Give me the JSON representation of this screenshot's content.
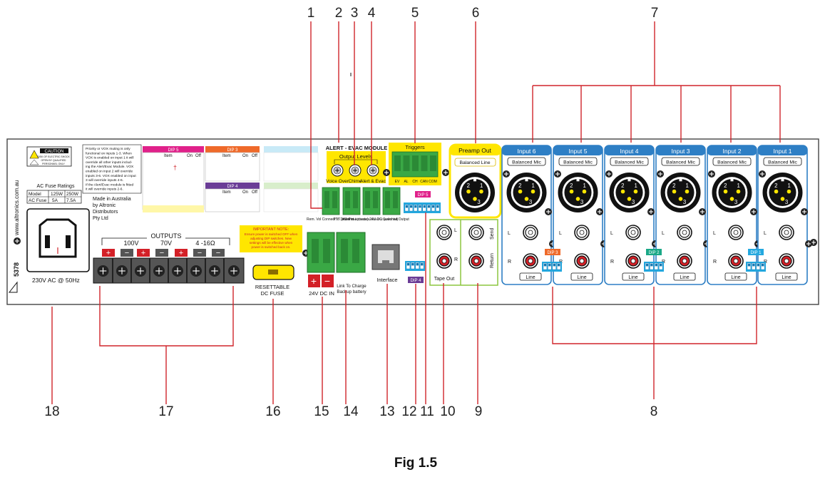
{
  "callouts": {
    "top": [
      "1",
      "2",
      "3",
      "4",
      "5",
      "6",
      "7"
    ],
    "bottom": [
      "18",
      "17",
      "16",
      "15",
      "14",
      "13",
      "12",
      "11",
      "10",
      "9",
      "8"
    ]
  },
  "figure_caption": "Fig 1.5",
  "panel": {
    "brand_url": "www.altronics.com.au",
    "model": "5378",
    "caution": {
      "title": "CAUTION",
      "line1": "RISK OF ELECTRIC SHOCK",
      "line2": "OPEN BY QUALIFIED",
      "line3": "PERSONNEL ONLY"
    },
    "fuse_table": {
      "title": "AC Fuse Ratings",
      "header": [
        "Model",
        "125W",
        "250W"
      ],
      "row": [
        "AC Fuse",
        "5A",
        "7.5A"
      ]
    },
    "made_in": [
      "Made in Australia",
      "by Altronic",
      "Distributors",
      "Pty Ltd"
    ],
    "priority_note": [
      "Priority or VOX muting is only",
      "functional on inputs 1-3. When",
      "VOX is enabled on input 1 it will",
      "override all other inputs includ-",
      "ing the Alert/Evac Module. VOX",
      "enabled on input 2 will override",
      "inputs 3-6. VOX enabled on input",
      "3 will override inputs 4-6.",
      "If the Alert/Evac module is fitted",
      "it will override inputs 2-6."
    ],
    "ac_input_label": "230V AC @ 50Hz",
    "outputs": {
      "title": "OUTPUTS",
      "taps": [
        "100V",
        "70V",
        "4 -16Ω"
      ]
    },
    "dc_fuse": [
      "RESETTABLE",
      "DC FUSE"
    ],
    "important_note": {
      "title": "IMPORTANT NOTE:",
      "lines": [
        "Ensure power is switched OFF when",
        "adjusting DIP switches. New",
        "settings will be effective when",
        "power is switched back on."
      ]
    },
    "dip_tables": {
      "dip5": {
        "title": "DIP 5",
        "cols": [
          "Item",
          "On",
          "Off"
        ]
      },
      "dip3": {
        "title": "DIP 3",
        "cols": [
          "Item",
          "On",
          "Off"
        ]
      },
      "dip4": {
        "title": "DIP 4",
        "cols": [
          "Item",
          "On",
          "Off"
        ]
      }
    },
    "alert_module": {
      "title": "ALERT - EVAC MODULE",
      "output_levels": "Output Levels",
      "knobs": [
        "Voice Over",
        "Chime",
        "Alert & Evac"
      ]
    },
    "triggers": {
      "title": "Triggers",
      "pins": [
        "EV",
        "AL",
        "CH",
        "CAN",
        "COM"
      ]
    },
    "terminal_labels": [
      "Rem. Vol Connect to 1KΩ Pot",
      "PTT (short to activate)",
      "Power Fail (Contacts closed on power fail)",
      "24V DC Switched Output"
    ],
    "dip_labels": {
      "dip5": "DIP 5",
      "dip4": "DIP 4",
      "dip3": "DIP 3",
      "dip2": "DIP 2",
      "dip1": "DIP 1"
    },
    "dc_in_label": "24V DC IN",
    "link_label": [
      "Link To Charge",
      "Backup battery"
    ],
    "interface_label": "Interface",
    "tape_out": "Tape Out",
    "send": "Send",
    "return": "Return",
    "preamp": {
      "title": "Preamp Out",
      "sub": "Balanced Line"
    },
    "inputs": [
      {
        "title": "Input 6",
        "sub": "Balanced Mic",
        "line": "Line"
      },
      {
        "title": "Input 5",
        "sub": "Balanced Mic",
        "line": "Line"
      },
      {
        "title": "Input 4",
        "sub": "Balanced Mic",
        "line": "Line"
      },
      {
        "title": "Input 3",
        "sub": "Balanced Mic",
        "line": "Line"
      },
      {
        "title": "Input 2",
        "sub": "Balanced Mic",
        "line": "Line"
      },
      {
        "title": "Input 1",
        "sub": "Balanced Mic",
        "line": "Line"
      }
    ],
    "lr": [
      "L",
      "R"
    ]
  },
  "colors": {
    "leader": "#d0252b",
    "input_blue": "#2e7fc5",
    "yellow": "#ffe600",
    "green_term": "#3aa845",
    "rca_red": "#d32027",
    "panel_edge": "#444444",
    "magenta": "#e0218a",
    "orange": "#ef6a2a",
    "purple": "#6a3c96",
    "teal": "#1aa887",
    "cyan": "#23a8df",
    "lime": "#8cc63f"
  },
  "icons": [
    "screw-icon",
    "xlr-socket-icon",
    "rca-socket-icon",
    "knob-icon",
    "rj45-icon",
    "iec-socket-icon",
    "warning-triangle-icon"
  ]
}
